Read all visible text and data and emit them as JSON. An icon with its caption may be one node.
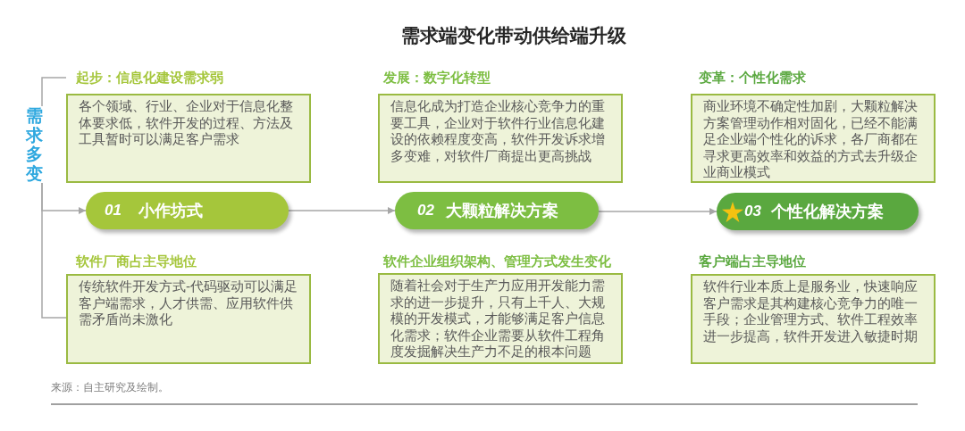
{
  "diagram": {
    "title": "需求端变化带动供给端升级",
    "nodes": [
      {
        "text": [
          "需求多变"
        ]
      },
      {
        "text": [
          "起步：信息化建设需求弱",
          "各个领域、行业、企业对于信息化整体要求低，软件开发的过程、方法及工具暂时可以满足客户需求"
        ]
      },
      {
        "text": [
          "发展：数字化转型",
          "信息化成为打造企业核心竞争力的重要工具，企业对于软件行业信息化建设的依赖程度变高，软件开发诉求增多变难，对软件厂商提出更高挑战"
        ]
      },
      {
        "text": [
          "变革：个性化需求",
          "商业环境不确定性加剧，大颗粒解决方案管理动作相对固化，已经不能满足企业端个性化的诉求，各厂商都在寻求更高效率和效益的方式去升级企业商业模式"
        ]
      },
      {
        "text": [
          "01",
          "小作坊式"
        ]
      },
      {
        "text": [
          "02",
          "大颗粒解决方案"
        ]
      },
      {
        "text": [
          "03",
          "个性化解决方案"
        ]
      },
      {
        "text": [
          "软件厂商占主导地位",
          "传统软件开发方式-代码驱动可以满足客户端需求，人才供需、应用软件供需矛盾尚未激化"
        ]
      },
      {
        "text": [
          "软件企业组织架构、管理方式发生变化",
          "随着社会对于生产力应用开发能力需求的进一步提升，只有上千人、大规模的开发模式，才能够满足客户信息化需求；软件企业需要从软件工程角度发掘解决生产力不足的根本问题"
        ]
      },
      {
        "text": [
          "客户端占主导地位",
          "软件行业本质上是服务业，快速响应客户需求是其构建核心竞争力的唯一手段；企业管理方式、软件工程效率进一步提高，软件开发进入敏捷时期"
        ]
      }
    ],
    "edges": [
      {
        "from": 0,
        "to": 1,
        "arrow": "none"
      },
      {
        "from": 0,
        "to": 4,
        "arrow": "to"
      },
      {
        "from": 0,
        "to": 7,
        "arrow": "none"
      },
      {
        "from": 4,
        "to": 5,
        "arrow": "to"
      },
      {
        "from": 5,
        "to": 6,
        "arrow": "to"
      }
    ],
    "labels": [
      "来源：自主研究及绘制。"
    ]
  }
}
